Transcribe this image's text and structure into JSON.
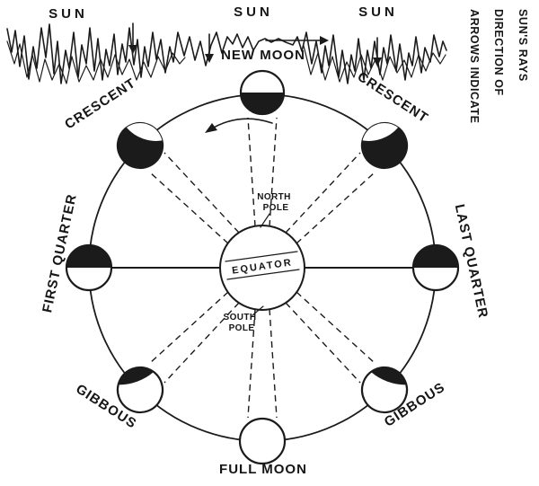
{
  "diagram": {
    "sun_labels": [
      "SUN",
      "SUN",
      "SUN"
    ],
    "side_note": {
      "line1": "ARROWS INDICATE",
      "line2": "DIRECTION OF",
      "line3": "SUN'S RAYS"
    },
    "orbit_labels": {
      "new_moon": "NEW MOON",
      "crescent_left": "CRESCENT",
      "crescent_right": "CRESCENT",
      "first_quarter": "FIRST QUARTER",
      "last_quarter": "LAST QUARTER",
      "gibbous_left": "GIBBOUS",
      "gibbous_right": "GIBBOUS",
      "full_moon": "FULL MOON"
    },
    "earth_labels": {
      "north_pole_line1": "NORTH",
      "north_pole_line2": "POLE",
      "equator": "EQUATOR",
      "south_pole_line1": "SOUTH",
      "south_pole_line2": "POLE"
    },
    "colors": {
      "ink": "#1b1b1b",
      "paper": "#ffffff"
    }
  }
}
